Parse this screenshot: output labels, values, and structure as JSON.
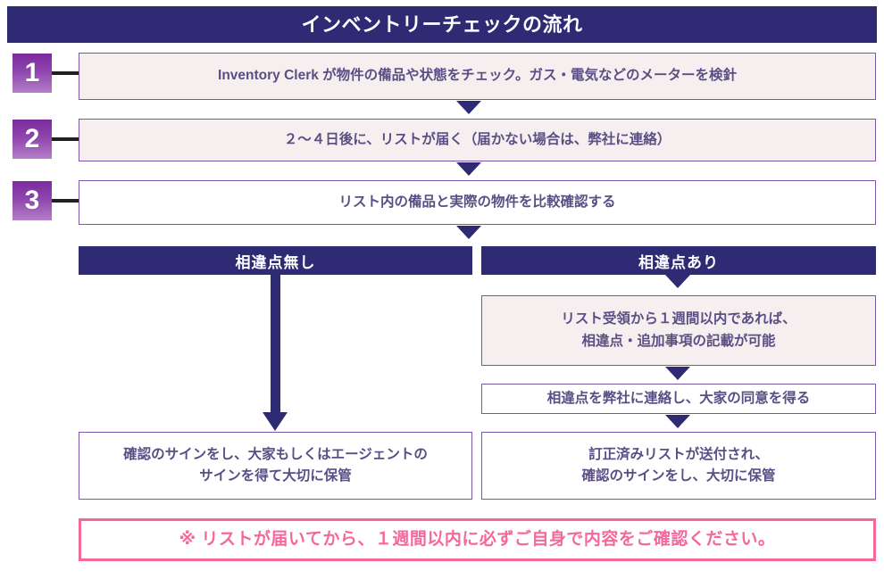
{
  "title": {
    "text": "インベントリーチェックの流れ"
  },
  "steps": [
    {
      "number": "1",
      "text": "Inventory Clerk が物件の備品や状態をチェック。ガス・電気などのメーターを検針"
    },
    {
      "number": "2",
      "text": "２〜４日後に、リストが届く（届かない場合は、弊社に連絡）"
    },
    {
      "number": "3",
      "text": "リスト内の備品と実際の物件を比較確認する"
    }
  ],
  "branches": {
    "left": {
      "header": "相違点無し",
      "result_line_1": "確認のサインをし、大家もしくはエージェントの",
      "result_line_2": "サインを得て大切に保管"
    },
    "right": {
      "header": "相違点あり",
      "box1_line_1": "リスト受領から１週間以内であれば、",
      "box1_line_2": "相違点・追加事項の記載が可能",
      "box2": "相違点を弊社に連絡し、大家の同意を得る",
      "result_line_1": "訂正済みリストが送付され、",
      "result_line_2": "確認のサインをし、大切に保管"
    }
  },
  "warning": {
    "text": "※ リストが届いてから、１週間以内に必ずご自身で内容をご確認ください。"
  },
  "colors": {
    "navy": "#2E2B74",
    "purple_border": "#7C56A8",
    "purple_gradient_top": "#7A2A9E",
    "purple_gradient_bottom": "#B37FC8",
    "box_fill_pink": "#F5F0EF",
    "text_purple": "#5A4E85",
    "warning_pink": "#F4689B",
    "connector_black": "#231F20"
  }
}
